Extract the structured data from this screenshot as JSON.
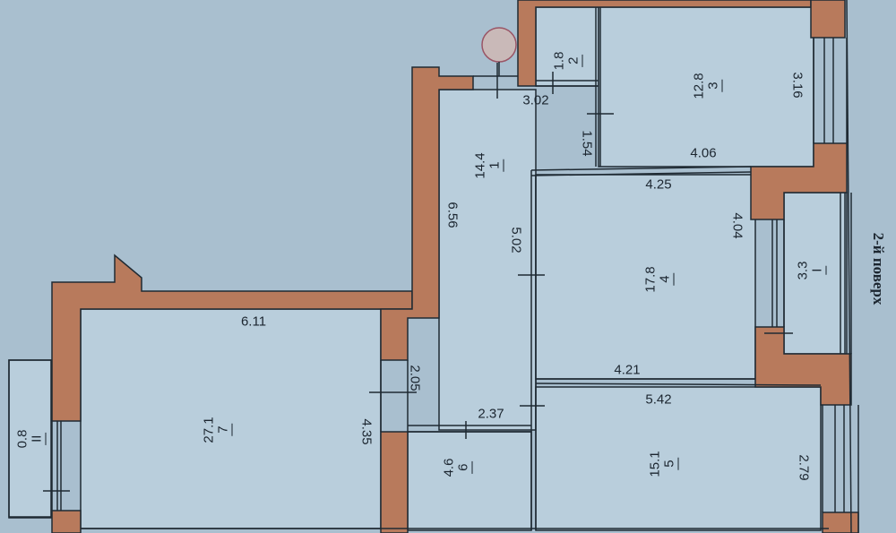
{
  "colors": {
    "background": "#a9bfcf",
    "room_fill": "#b9cedc",
    "wall": "#b87a5c",
    "line": "#1f2a33",
    "marker_circle": "#9a5566"
  },
  "floor_label": "2-й поверх",
  "rooms": [
    {
      "number": "1",
      "area": "14.4"
    },
    {
      "number": "2",
      "area": "1.8"
    },
    {
      "number": "3",
      "area": "12.8"
    },
    {
      "number": "4",
      "area": "17.8"
    },
    {
      "number": "5",
      "area": "15.1"
    },
    {
      "number": "6",
      "area": "4.6"
    },
    {
      "number": "7",
      "area": "27.1"
    },
    {
      "number": "I",
      "area": "3.3"
    },
    {
      "number": "II",
      "area": "0.8"
    }
  ],
  "dimensions": {
    "d_3_02": "3.02",
    "d_1_54": "1.54",
    "d_3_16": "3.16",
    "d_4_06": "4.06",
    "d_4_25": "4.25",
    "d_4_04": "4.04",
    "d_5_02": "5.02",
    "d_6_56": "6.56",
    "d_4_21": "4.21",
    "d_5_42": "5.42",
    "d_2_79": "2.79",
    "d_2_37": "2.37",
    "d_2_05": "2.05",
    "d_4_35": "4.35",
    "d_6_11": "6.11"
  }
}
